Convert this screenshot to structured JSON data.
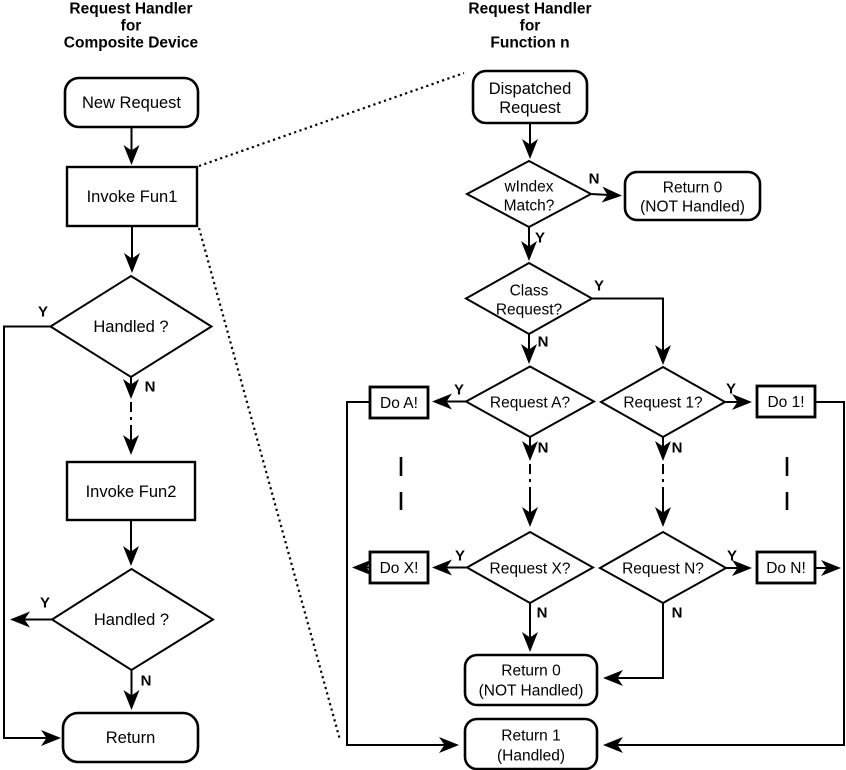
{
  "titles": {
    "left": [
      "Request Handler",
      "for",
      "Composite Device"
    ],
    "right": [
      "Request Handler",
      "for",
      "Function n"
    ]
  },
  "labels": {
    "yes": "Y",
    "no": "N"
  },
  "left_flow": {
    "new_request": "New Request",
    "invoke_fun1": "Invoke Fun1",
    "handled_1": "Handled ?",
    "invoke_fun2": "Invoke Fun2",
    "handled_2": "Handled ?",
    "return": "Return"
  },
  "right_flow": {
    "dispatched_request": [
      "Dispatched",
      "Request"
    ],
    "windex_match": [
      "wIndex",
      "Match?"
    ],
    "return_0_top": [
      "Return 0",
      "(NOT Handled)"
    ],
    "class_request": [
      "Class",
      "Request?"
    ],
    "request_a": "Request A?",
    "do_a": "Do A!",
    "request_1": "Request 1?",
    "do_1": "Do 1!",
    "request_x": "Request X?",
    "do_x": "Do X!",
    "request_n": "Request N?",
    "do_n": "Do N!",
    "return_0_bottom": [
      "Return 0",
      "(NOT Handled)"
    ],
    "return_1": [
      "Return 1",
      "(Handled)"
    ]
  },
  "style": {
    "ink": "#000000",
    "background": "#ffffff"
  }
}
